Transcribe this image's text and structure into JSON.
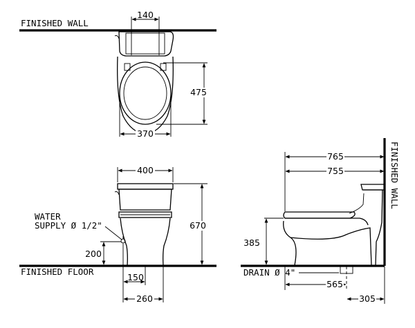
{
  "labels": {
    "finished_wall_top": "FINISHED  WALL",
    "finished_wall_side": "FINISHED  WALL",
    "finished_floor": "FINISHED  FLOOR",
    "water_supply_line1": "WATER",
    "water_supply_line2": "SUPPLY  Ø 1/2\"",
    "drain": "DRAIN  Ø  4\""
  },
  "dimensions": {
    "top_tank_width": "140",
    "top_seat_depth": "475",
    "top_bowl_width": "370",
    "front_width": "400",
    "front_height": "670",
    "front_supply_height": "200",
    "front_bottom_150": "150",
    "front_bottom_260": "260",
    "side_overall": "765",
    "side_seat": "755",
    "side_seat_height": "385",
    "side_drain_565": "565",
    "side_drain_305": "305"
  }
}
